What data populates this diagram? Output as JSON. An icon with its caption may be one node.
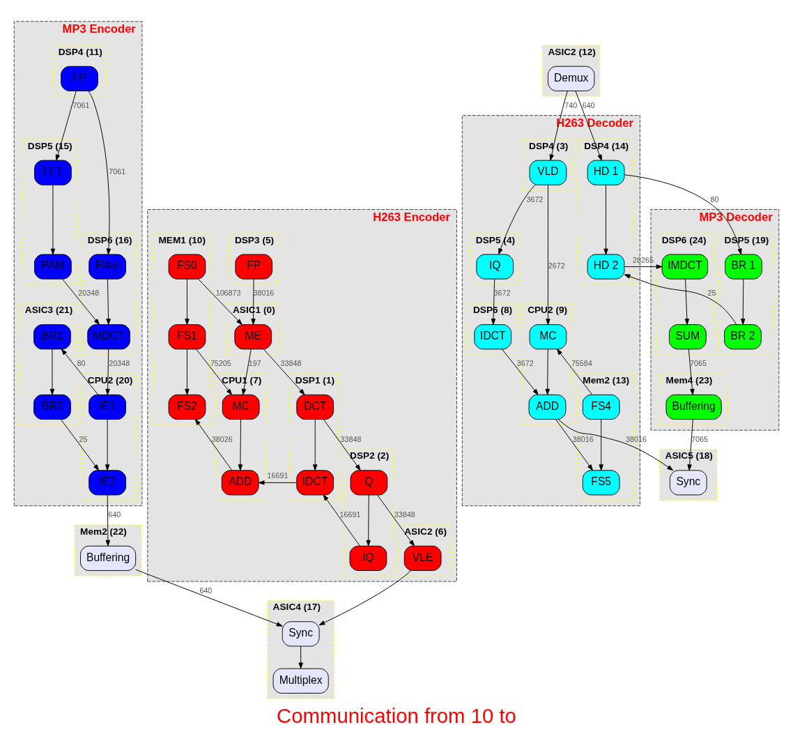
{
  "diagram": {
    "caption": "Communication from 10 to",
    "nodes": [
      {
        "text": [
          "H263 Encoder"
        ]
      },
      {
        "text": [
          "ASIC1 (0)"
        ],
        "in": 0
      },
      {
        "text": [
          "ME"
        ],
        "in": 1
      },
      {
        "text": [
          "DSP1 (1)"
        ],
        "in": 0
      },
      {
        "text": [
          "DCT"
        ],
        "in": 3
      },
      {
        "text": [
          "IDCT"
        ],
        "in": 3
      },
      {
        "text": [
          "DSP2 (2)"
        ],
        "in": 0
      },
      {
        "text": [
          "Q"
        ],
        "in": 6
      },
      {
        "text": [
          "IQ"
        ],
        "in": 6
      },
      {
        "text": [
          "DSP3 (5)"
        ],
        "in": 0
      },
      {
        "text": [
          "FP"
        ],
        "in": 9
      },
      {
        "text": [
          "ASIC2 (6)"
        ],
        "in": 0
      },
      {
        "text": [
          "VLE"
        ],
        "in": 11
      },
      {
        "text": [
          "CPU1 (7)"
        ],
        "in": 0
      },
      {
        "text": [
          "MC"
        ],
        "in": 13
      },
      {
        "text": [
          "ADD"
        ],
        "in": 13
      },
      {
        "text": [
          "MEM1 (10)"
        ],
        "in": 0
      },
      {
        "text": [
          "FS0"
        ],
        "in": 16
      },
      {
        "text": [
          "FS1"
        ],
        "in": 16
      },
      {
        "text": [
          "FS2"
        ],
        "in": 16
      },
      {
        "text": [
          "H263 Decoder"
        ]
      },
      {
        "text": [
          "DSP4 (3)"
        ],
        "in": 20
      },
      {
        "text": [
          "VLD"
        ],
        "in": 21
      },
      {
        "text": [
          "DSP5 (4)"
        ],
        "in": 20
      },
      {
        "text": [
          "IQ"
        ],
        "in": 23
      },
      {
        "text": [
          "DSP6 (8)"
        ],
        "in": 20
      },
      {
        "text": [
          "IDCT"
        ],
        "in": 25
      },
      {
        "text": [
          "CPU2 (9)"
        ],
        "in": 20
      },
      {
        "text": [
          "MC"
        ],
        "in": 27
      },
      {
        "text": [
          "ADD"
        ],
        "in": 27
      },
      {
        "text": [
          "Mem2 (13)"
        ],
        "in": 20
      },
      {
        "text": [
          "FS4"
        ],
        "in": 30
      },
      {
        "text": [
          "FS5"
        ],
        "in": 30
      },
      {
        "text": [
          "DSP4 (14)"
        ],
        "in": 20
      },
      {
        "text": [
          "HD 1"
        ],
        "in": 33
      },
      {
        "text": [
          "HD 2"
        ],
        "in": 33
      },
      {
        "text": [
          "ASIC2 (12)"
        ]
      },
      {
        "text": [
          "Demux"
        ],
        "in": 36
      },
      {
        "text": [
          "ASIC4 (17)"
        ]
      },
      {
        "text": [
          "Sync"
        ],
        "in": 38
      },
      {
        "text": [
          "Multiplex"
        ],
        "in": 38
      },
      {
        "text": [
          "MP3 Encoder"
        ]
      },
      {
        "text": [
          "DSP4 (11)"
        ],
        "in": 41
      },
      {
        "text": [
          "FP"
        ],
        "in": 42
      },
      {
        "text": [
          "DSP5 (15)"
        ],
        "in": 41
      },
      {
        "text": [
          "FFT"
        ],
        "in": 44
      },
      {
        "text": [
          "PAM"
        ],
        "in": 44
      },
      {
        "text": [
          "DSP6 (16)"
        ],
        "in": 41
      },
      {
        "text": [
          "Filter"
        ],
        "in": 47
      },
      {
        "text": [
          "MDCT"
        ],
        "in": 47
      },
      {
        "text": [
          "CPU2 (20)"
        ],
        "in": 41
      },
      {
        "text": [
          "IE1"
        ],
        "in": 50
      },
      {
        "text": [
          "IE2"
        ],
        "in": 50
      },
      {
        "text": [
          "ASIC3 (21)"
        ],
        "in": 41
      },
      {
        "text": [
          "BR1"
        ],
        "in": 53
      },
      {
        "text": [
          "BR2"
        ],
        "in": 53
      },
      {
        "text": [
          "ASIC5 (18)"
        ]
      },
      {
        "text": [
          "Sync"
        ],
        "in": 56
      },
      {
        "text": [
          "MP3 Decoder"
        ]
      },
      {
        "text": [
          "DSP5 (19)"
        ],
        "in": 58
      },
      {
        "text": [
          "BR 1"
        ],
        "in": 59
      },
      {
        "text": [
          "BR 2"
        ],
        "in": 59
      },
      {
        "text": [
          "DSP6 (24)"
        ],
        "in": 58
      },
      {
        "text": [
          "IMDCT"
        ],
        "in": 62
      },
      {
        "text": [
          "SUM"
        ],
        "in": 62
      },
      {
        "text": [
          "Mem4 (23)"
        ],
        "in": 58
      },
      {
        "text": [
          "Buffering"
        ],
        "in": 65
      },
      {
        "text": [
          "Mem2 (22)"
        ]
      },
      {
        "text": [
          "Buffering"
        ],
        "in": 67
      }
    ],
    "edges": [
      {
        "from": 2,
        "to": 4,
        "arrow": "to",
        "label": "33848"
      },
      {
        "from": 4,
        "to": 5,
        "arrow": "to"
      },
      {
        "from": 4,
        "to": 7,
        "arrow": "to",
        "label": "33848"
      },
      {
        "from": 7,
        "to": 8,
        "arrow": "to"
      },
      {
        "from": 8,
        "to": 5,
        "arrow": "to",
        "label": "16691"
      },
      {
        "from": 10,
        "to": 2,
        "arrow": "to",
        "label": "38016"
      },
      {
        "from": 17,
        "to": 2,
        "arrow": "to",
        "label": "106873"
      },
      {
        "from": 2,
        "to": 14,
        "arrow": "to",
        "label": "197"
      },
      {
        "from": 7,
        "to": 12,
        "arrow": "to",
        "label": "33848"
      },
      {
        "from": 5,
        "to": 15,
        "arrow": "to",
        "label": "16691"
      },
      {
        "from": 14,
        "to": 15,
        "arrow": "to"
      },
      {
        "from": 18,
        "to": 14,
        "arrow": "to",
        "label": "75205"
      },
      {
        "from": 15,
        "to": 19,
        "arrow": "to",
        "label": "38026"
      },
      {
        "from": 17,
        "to": 18,
        "arrow": "to"
      },
      {
        "from": 18,
        "to": 19,
        "arrow": "to"
      },
      {
        "from": 12,
        "to": 39,
        "arrow": "to"
      },
      {
        "from": 39,
        "to": 40,
        "arrow": "to"
      },
      {
        "from": 37,
        "to": 22,
        "arrow": "to",
        "label": "740"
      },
      {
        "from": 37,
        "to": 34,
        "arrow": "to",
        "label": "640"
      },
      {
        "from": 22,
        "to": 24,
        "arrow": "to",
        "label": "3672"
      },
      {
        "from": 22,
        "to": 28,
        "arrow": "to",
        "label": "2672"
      },
      {
        "from": 24,
        "to": 26,
        "arrow": "to",
        "label": "3672"
      },
      {
        "from": 26,
        "to": 29,
        "arrow": "to",
        "label": "3672"
      },
      {
        "from": 28,
        "to": 29,
        "arrow": "to"
      },
      {
        "from": 31,
        "to": 28,
        "arrow": "to",
        "label": "75584"
      },
      {
        "from": 31,
        "to": 32,
        "arrow": "to"
      },
      {
        "from": 29,
        "to": 32,
        "arrow": "to",
        "label": "38016"
      },
      {
        "from": 29,
        "to": 57,
        "arrow": "to",
        "label": "38016"
      },
      {
        "from": 34,
        "to": 35,
        "arrow": "to"
      },
      {
        "from": 34,
        "to": 60,
        "arrow": "to",
        "label": "80"
      },
      {
        "from": 61,
        "to": 35,
        "arrow": "to",
        "label": "25"
      },
      {
        "from": 35,
        "to": 63,
        "arrow": "to",
        "label": "28265"
      },
      {
        "from": 60,
        "to": 61,
        "arrow": "to"
      },
      {
        "from": 63,
        "to": 64,
        "arrow": "to"
      },
      {
        "from": 64,
        "to": 66,
        "arrow": "to",
        "label": "7065"
      },
      {
        "from": 66,
        "to": 57,
        "arrow": "to",
        "label": "7065"
      },
      {
        "from": 43,
        "to": 45,
        "arrow": "to",
        "label": "7061"
      },
      {
        "from": 43,
        "to": 48,
        "arrow": "to",
        "label": "7061"
      },
      {
        "from": 45,
        "to": 46,
        "arrow": "to"
      },
      {
        "from": 46,
        "to": 49,
        "arrow": "to",
        "label": "20348"
      },
      {
        "from": 48,
        "to": 49,
        "arrow": "to"
      },
      {
        "from": 49,
        "to": 51,
        "arrow": "to",
        "label": "20348"
      },
      {
        "from": 51,
        "to": 52,
        "arrow": "to"
      },
      {
        "from": 51,
        "to": 54,
        "arrow": "to",
        "label": "80"
      },
      {
        "from": 54,
        "to": 55,
        "arrow": "to"
      },
      {
        "from": 55,
        "to": 52,
        "arrow": "to",
        "label": "25"
      },
      {
        "from": 52,
        "to": 68,
        "arrow": "to",
        "label": "640"
      },
      {
        "from": 68,
        "to": 39,
        "arrow": "to",
        "label": "640"
      }
    ]
  }
}
